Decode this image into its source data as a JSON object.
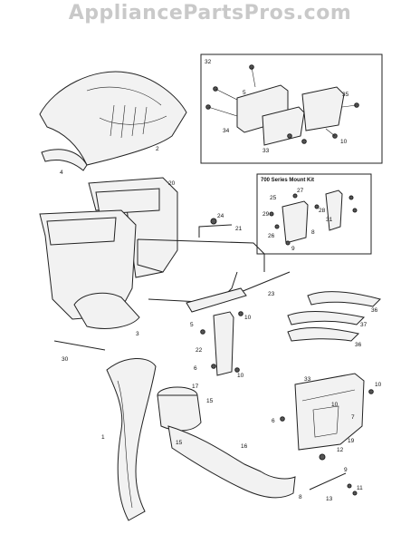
{
  "watermark": "AppliancePartsPros.com",
  "inset_top": {
    "number": "32"
  },
  "inset_mount": {
    "title": "700 Series Mount Kit"
  },
  "callouts": [
    "1",
    "2",
    "3",
    "4",
    "5",
    "6",
    "7",
    "8",
    "9",
    "10",
    "11",
    "12",
    "13",
    "15",
    "16",
    "17",
    "19",
    "20",
    "21",
    "22",
    "23",
    "24",
    "25",
    "26",
    "27",
    "28",
    "29",
    "30",
    "31",
    "33",
    "34",
    "35",
    "36",
    "37"
  ]
}
